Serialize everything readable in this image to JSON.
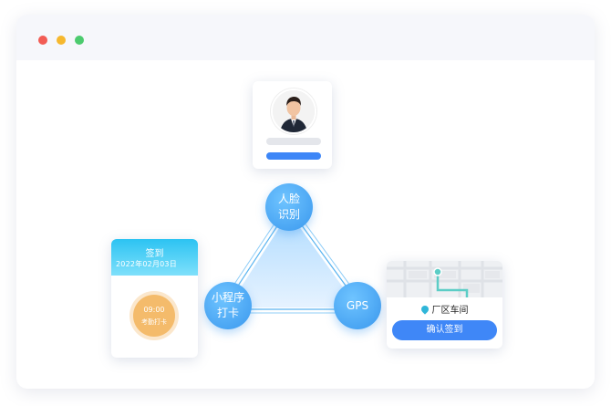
{
  "window": {
    "controls": [
      "close",
      "minimize",
      "maximize"
    ]
  },
  "triangle": {
    "nodes": {
      "face": "人脸识别",
      "face_line1": "人脸",
      "face_line2": "识别",
      "mini_line1": "小程序",
      "mini_line2": "打卡",
      "gps": "GPS"
    }
  },
  "signin_card": {
    "title": "签到",
    "date": "2022年02月03日",
    "clock_time": "09:00",
    "clock_label": "考勤打卡"
  },
  "map_card": {
    "location": "厂区车间",
    "confirm_label": "确认签到"
  },
  "colors": {
    "accent_blue": "#3d86f7",
    "node_blue": "#3a98ee",
    "clock_orange": "#f4bb6b",
    "route_teal": "#5ccdc6"
  }
}
